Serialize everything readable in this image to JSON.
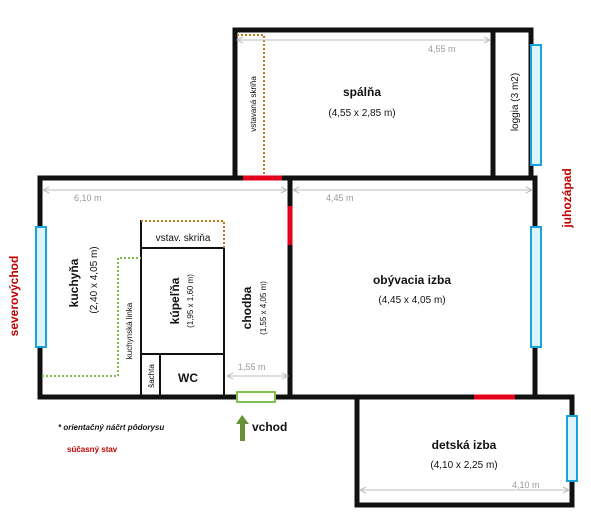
{
  "rooms": {
    "spalna": {
      "name": "spálňa",
      "size": "(4,55 x 2,85 m)"
    },
    "loggia": {
      "name": "loggia (3 m2)"
    },
    "kuchyna": {
      "name": "kuchyňa",
      "size": "(2,40 x 4,05 m)"
    },
    "kupelna": {
      "name": "kúpeľňa",
      "size": "(1,95 x 1,60 m)"
    },
    "chodba": {
      "name": "chodba",
      "size": "(1,55 x 4,05 m)"
    },
    "obyvacia": {
      "name": "obývacia izba",
      "size": "(4,45 x 4,05 m)"
    },
    "detska": {
      "name": "detská izba",
      "size": "(4,10 x 2,25 m)"
    },
    "wc": {
      "name": "WC"
    },
    "sachta": {
      "name": "šachta"
    }
  },
  "fixtures": {
    "vstavana_skrina": "vstavaná skriňa",
    "vstav_skrina": "vstav. skriňa",
    "kuchynska_linka": "kuchynská linka"
  },
  "dimensions": {
    "top_width": "4,55 m",
    "left_width": "6,10 m",
    "living_width": "4,45 m",
    "hall_width": "1,55 m",
    "kids_width": "4,10 m"
  },
  "orientation": {
    "left": "severovýchod",
    "right": "juhozápad"
  },
  "entrance": "vchod",
  "notes": {
    "sketch": "* orientačný náčrt pôdorysu",
    "status": "súčasný stav"
  },
  "colors": {
    "window": "#1aa3d9",
    "door": "#e3001b",
    "closet": "#c07a1a",
    "counter": "#7fbf4d",
    "entrance": "#6a8f3a",
    "orientation_text": "#c00000"
  }
}
